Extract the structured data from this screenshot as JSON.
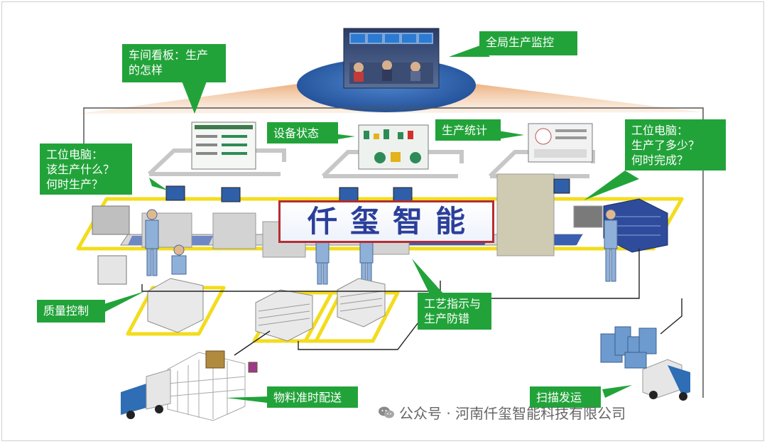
{
  "title_banner": "仟玺智能",
  "callouts": {
    "global_monitor": "全局生产监控",
    "workshop_board": "车间看板：生产\n的怎样",
    "equipment_status": "设备状态",
    "production_stats": "生产统计",
    "station_pc_left": "工位电脑：\n该生产什么？\n何时生产？",
    "station_pc_right": "工位电脑：\n生产了多少？\n何时完成？",
    "quality_control": "质量控制",
    "process_guidance": "工艺指示与\n生产防错",
    "material_delivery": "物料准时配送",
    "scan_dispatch": "扫描发运"
  },
  "watermark": {
    "icon": "wechat-icon",
    "text": "公众号 · 河南仟玺智能科技有限公司"
  },
  "colors": {
    "callout_green": "#22a33a",
    "banner_text": "#2b3f9a",
    "banner_border": "#b52d33",
    "floor_lane": "#f3dc1c",
    "conveyor_blue": "#3a5fb0",
    "ellipse_blue": "#2f5fa8"
  }
}
